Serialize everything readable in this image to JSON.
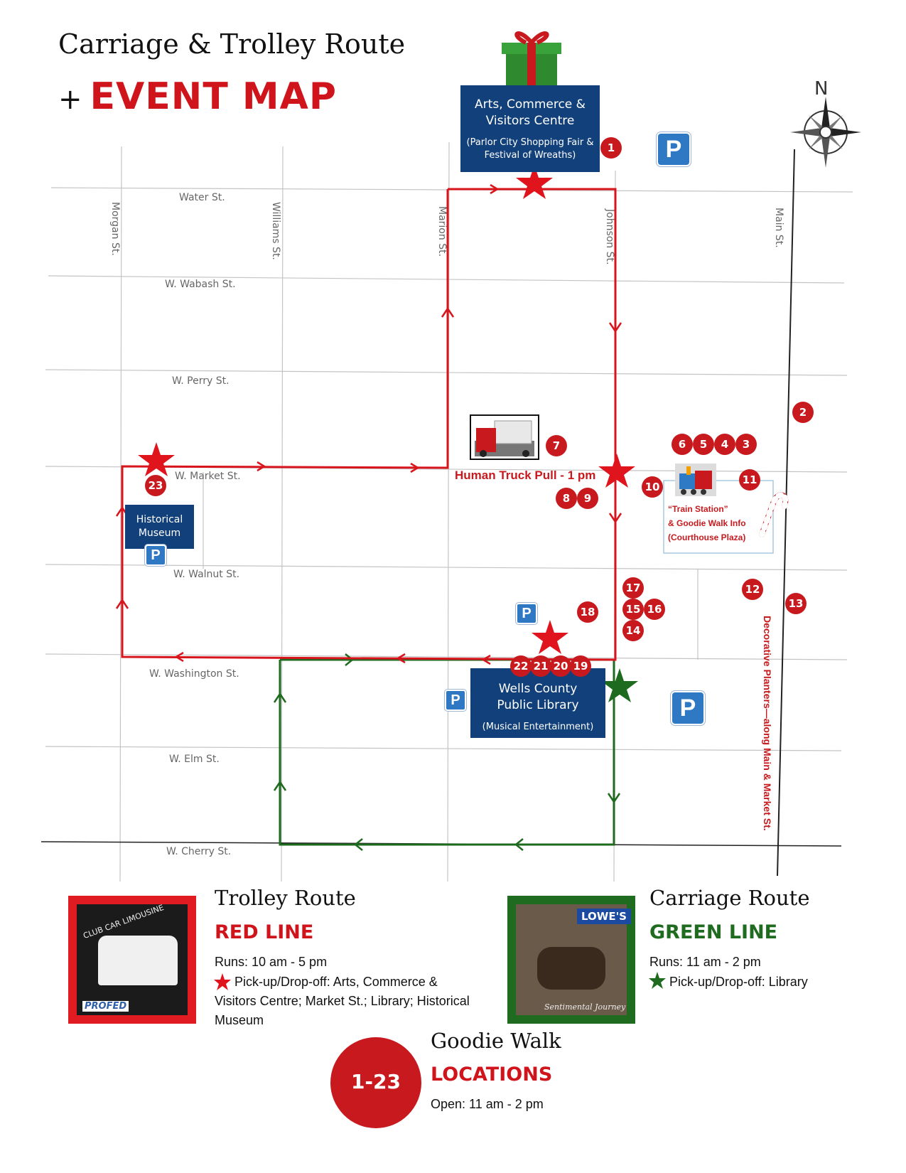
{
  "title": {
    "line1": "Carriage & Trolley Route",
    "plus": "+",
    "line2": "EVENT MAP"
  },
  "compass_label": "N",
  "streets": {
    "water": "Water St.",
    "wabash": "W. Wabash St.",
    "perry": "W. Perry St.",
    "market": "W. Market St.",
    "walnut": "W. Walnut St.",
    "washington": "W. Washington St.",
    "elm": "W. Elm St.",
    "cherry": "W. Cherry St.",
    "morgan": "Morgan St.",
    "williams": "Williams St.",
    "marion": "Marion St.",
    "johnson": "Johnson St.",
    "main": "Main St."
  },
  "places": {
    "arts_centre": {
      "name": "Arts, Commerce & Visitors Centre",
      "sub": "(Parlor City Shopping Fair & Festival of Wreaths)"
    },
    "museum": {
      "name": "Historical Museum"
    },
    "library": {
      "name": "Wells County Public Library",
      "sub": "(Musical Entertainment)"
    },
    "train_station": {
      "line1": "“Train Station”",
      "line2": "& Goodie Walk Info",
      "line3": "(Courthouse Plaza)"
    },
    "truck_pull": "Human Truck Pull - 1 pm",
    "planters": "Decorative Planters—along Main & Market St."
  },
  "badges": {
    "b1": "1",
    "b2": "2",
    "b3": "3",
    "b4": "4",
    "b5": "5",
    "b6": "6",
    "b7": "7",
    "b8": "8",
    "b9": "9",
    "b10": "10",
    "b11": "11",
    "b12": "12",
    "b13": "13",
    "b14": "14",
    "b15": "15",
    "b16": "16",
    "b17": "17",
    "b18": "18",
    "b19": "19",
    "b20": "20",
    "b21": "21",
    "b22": "22",
    "b23": "23"
  },
  "parking_label": "P",
  "legend": {
    "trolley": {
      "heading": "Trolley Route",
      "subheading": "RED LINE",
      "runs": "Runs: 10 am - 5 pm",
      "pickup": "Pick-up/Drop-off: Arts, Commerce & Visitors Centre; Market St.; Library; Historical Museum",
      "photo_text": "CLUB CAR LIMOUSINE",
      "sponsor": "PROFED",
      "color": "#d0141c"
    },
    "carriage": {
      "heading": "Carriage Route",
      "subheading": "GREEN LINE",
      "runs": "Runs: 11 am - 2 pm",
      "pickup": "Pick-up/Drop-off: Library",
      "photo_text": "LOWE'S",
      "sponsor": "Sentimental Journey",
      "color": "#1f6b1f"
    },
    "goodie": {
      "badge": "1-23",
      "heading": "Goodie Walk",
      "subheading": "LOCATIONS",
      "open": "Open: 11 am - 2 pm"
    }
  },
  "colors": {
    "red_route": "#d8141c",
    "green_route": "#1e6a1e",
    "navy": "#12407a",
    "badge": "#c81a1e"
  },
  "icons": [
    "gift-icon",
    "compass-icon",
    "parking-icon",
    "star-icon",
    "truck-icon",
    "train-icon",
    "candy-cane-icon",
    "arrow-icon"
  ]
}
